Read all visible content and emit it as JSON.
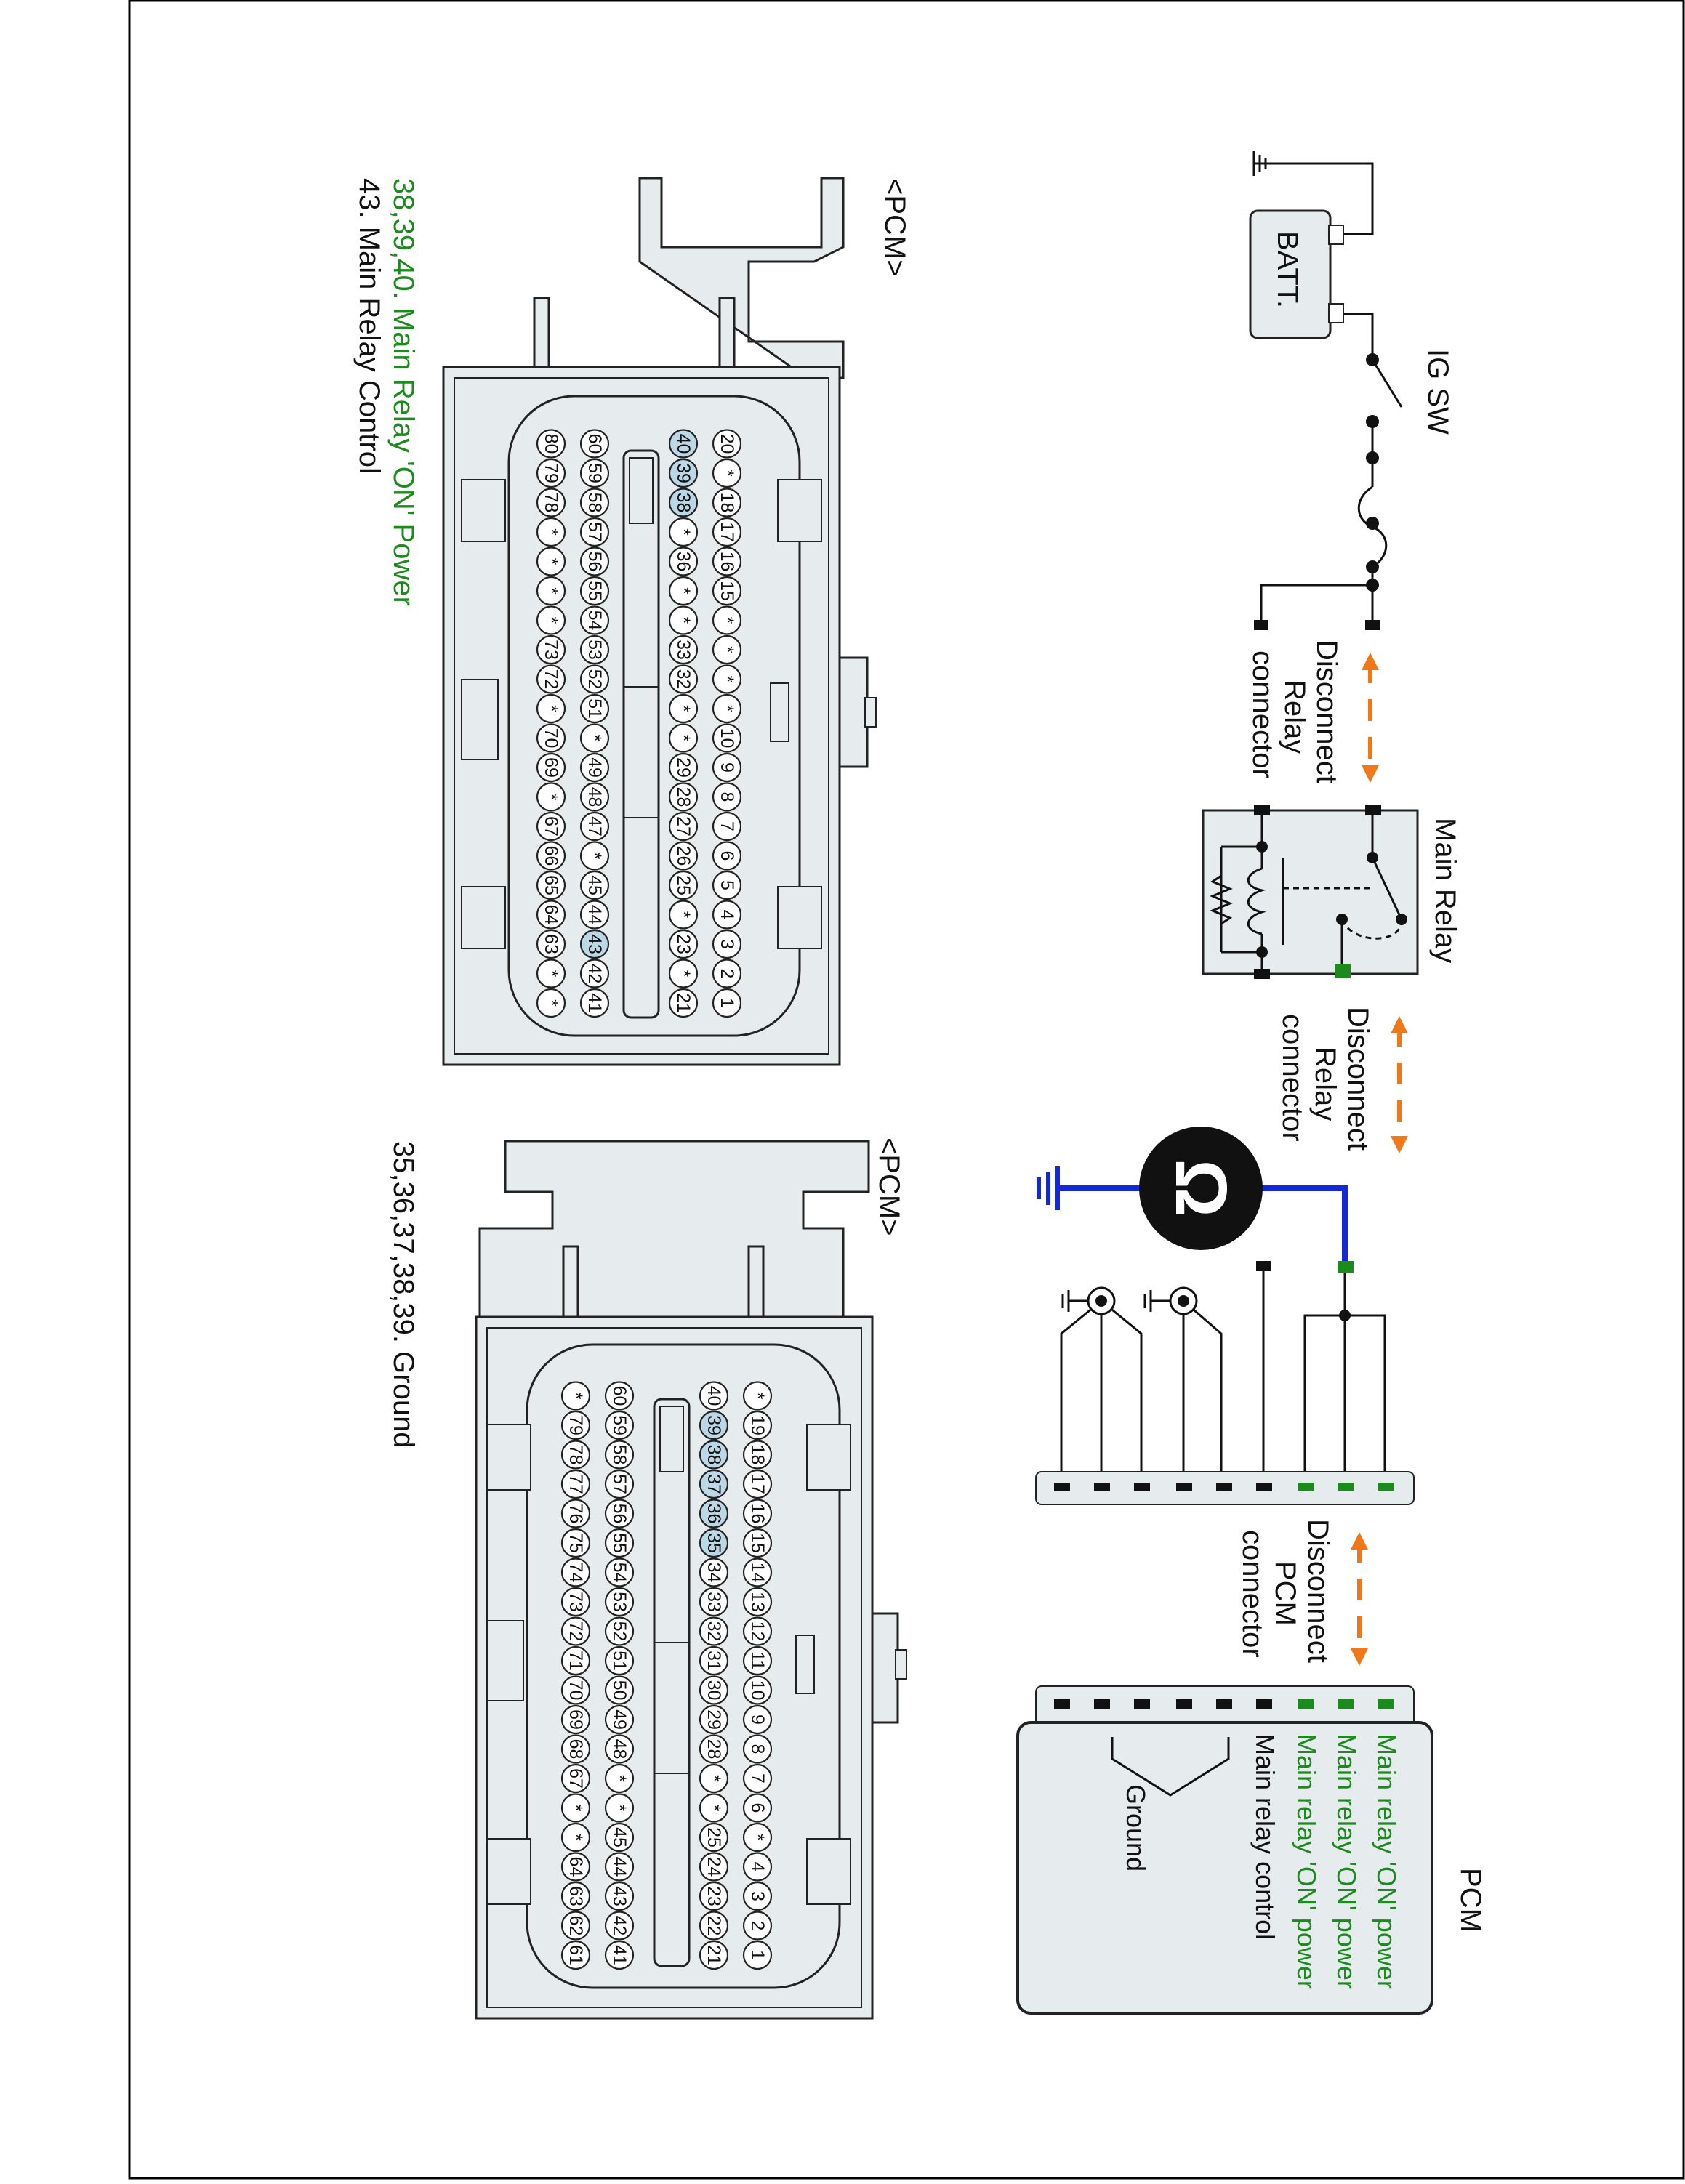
{
  "colors": {
    "border": "#000000",
    "green": "#1c8a1c",
    "orange": "#f07818",
    "blue": "#1428d8",
    "connector_fill": "#e6ecee",
    "highlight_pin": "#bcd7e6"
  },
  "schematic": {
    "ig_sw": "IG SW",
    "batt": "BATT.",
    "main_relay": "Main Relay",
    "disconnect_relay_1": [
      "Disconnect",
      "Relay",
      "connector"
    ],
    "disconnect_relay_2": [
      "Disconnect",
      "Relay",
      "connector"
    ],
    "disconnect_pcm": [
      "Disconnect",
      "PCM",
      "connector"
    ],
    "ground_symbol_icon": "ground-icon",
    "meter_icon": "ohmmeter-icon",
    "meter_symbol": "Ω",
    "pcm_box": {
      "title": "PCM",
      "lines": [
        {
          "text": "Main relay 'ON' power",
          "color": "green"
        },
        {
          "text": "Main relay 'ON' power",
          "color": "green"
        },
        {
          "text": "Main relay 'ON' power",
          "color": "green"
        },
        {
          "text": "Main relay control",
          "color": "black"
        }
      ],
      "ground": "Ground"
    }
  },
  "connector_a": {
    "title": "<PCM>",
    "caption_green": "38,39,40. Main Relay 'ON' Power",
    "caption_black": "43. Main Relay  Control",
    "rows": [
      [
        "1",
        "2",
        "3",
        "4",
        "5",
        "6",
        "7",
        "8",
        "9",
        "10",
        "*",
        "*",
        "*",
        "*",
        "15",
        "16",
        "17",
        "18",
        "*",
        "20"
      ],
      [
        "21",
        "*",
        "23",
        "*",
        "25",
        "26",
        "27",
        "28",
        "29",
        "*",
        "*",
        "32",
        "33",
        "*",
        "*",
        "36",
        "*",
        "38",
        "39",
        "40"
      ],
      [
        "41",
        "42",
        "43",
        "44",
        "45",
        "*",
        "47",
        "48",
        "49",
        "*",
        "51",
        "52",
        "53",
        "54",
        "55",
        "56",
        "57",
        "58",
        "59",
        "60"
      ],
      [
        "*",
        "*",
        "63",
        "64",
        "65",
        "66",
        "67",
        "*",
        "69",
        "70",
        "*",
        "72",
        "73",
        "*",
        "*",
        "*",
        "*",
        "78",
        "79",
        "80"
      ]
    ],
    "highlighted": [
      "38",
      "39",
      "40",
      "43"
    ]
  },
  "connector_b": {
    "title": "<PCM>",
    "caption": "35,36,37,38,39. Ground",
    "rows": [
      [
        "1",
        "2",
        "3",
        "4",
        "*",
        "6",
        "7",
        "8",
        "9",
        "10",
        "11",
        "12",
        "13",
        "14",
        "15",
        "16",
        "17",
        "18",
        "19",
        "*"
      ],
      [
        "21",
        "22",
        "23",
        "24",
        "25",
        "*",
        "*",
        "28",
        "29",
        "30",
        "31",
        "32",
        "33",
        "34",
        "35",
        "36",
        "37",
        "38",
        "39",
        "40"
      ],
      [
        "41",
        "42",
        "43",
        "44",
        "45",
        "*",
        "*",
        "48",
        "49",
        "50",
        "51",
        "52",
        "53",
        "54",
        "55",
        "56",
        "57",
        "58",
        "59",
        "60"
      ],
      [
        "61",
        "62",
        "63",
        "64",
        "*",
        "*",
        "67",
        "68",
        "69",
        "70",
        "71",
        "72",
        "73",
        "74",
        "75",
        "76",
        "77",
        "78",
        "79",
        "*"
      ]
    ],
    "highlighted": [
      "35",
      "36",
      "37",
      "38",
      "39"
    ]
  }
}
